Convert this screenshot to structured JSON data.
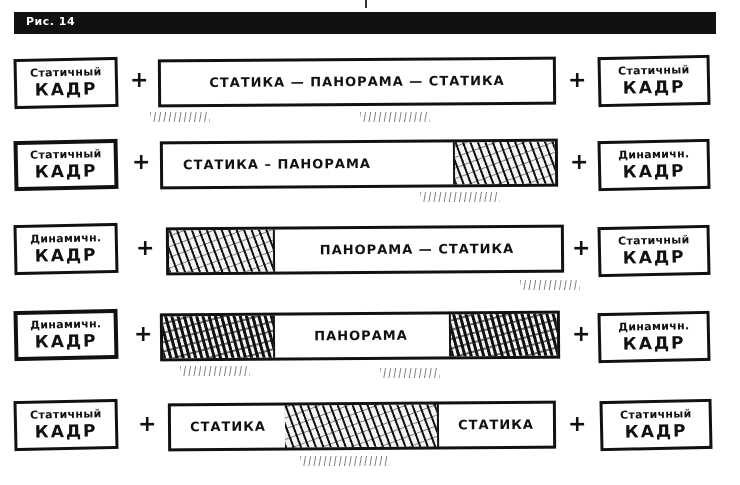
{
  "figure": {
    "label": "Рис. 14"
  },
  "rows": [
    {
      "left": {
        "line1": "Статичный",
        "line2": "КАДР"
      },
      "plus_left": "+",
      "segments": [
        {
          "kind": "text",
          "text": "СТАТИКА — ПАНОРАМА — СТАТИКА"
        }
      ],
      "plus_right": "+",
      "right": {
        "line1": "Статичный",
        "line2": "КАДР"
      }
    },
    {
      "left": {
        "line1": "Статичный",
        "line2": "КАДР"
      },
      "plus_left": "+",
      "segments": [
        {
          "kind": "text",
          "text": "СТАТИКА – ПАНОРАМА"
        },
        {
          "kind": "hatch"
        }
      ],
      "plus_right": "+",
      "right": {
        "line1": "Динамичн.",
        "line2": "КАДР"
      }
    },
    {
      "left": {
        "line1": "Динамичн.",
        "line2": "КАДР"
      },
      "plus_left": "+",
      "segments": [
        {
          "kind": "hatch"
        },
        {
          "kind": "text",
          "text": "ПАНОРАМА — СТАТИКА"
        }
      ],
      "plus_right": "+",
      "right": {
        "line1": "Статичный",
        "line2": "КАДР"
      }
    },
    {
      "left": {
        "line1": "Динамичн.",
        "line2": "КАДР"
      },
      "plus_left": "+",
      "segments": [
        {
          "kind": "hatch"
        },
        {
          "kind": "text",
          "text": "ПАНОРАМА"
        },
        {
          "kind": "hatch"
        }
      ],
      "plus_right": "+",
      "right": {
        "line1": "Динамичн.",
        "line2": "КАДР"
      }
    },
    {
      "left": {
        "line1": "Статичный",
        "line2": "КАДР"
      },
      "plus_left": "+",
      "segments": [
        {
          "kind": "text",
          "text": "СТАТИКА"
        },
        {
          "kind": "hatch"
        },
        {
          "kind": "text",
          "text": "СТАТИКА"
        }
      ],
      "plus_right": "+",
      "right": {
        "line1": "Статичный",
        "line2": "КАДР"
      }
    }
  ]
}
